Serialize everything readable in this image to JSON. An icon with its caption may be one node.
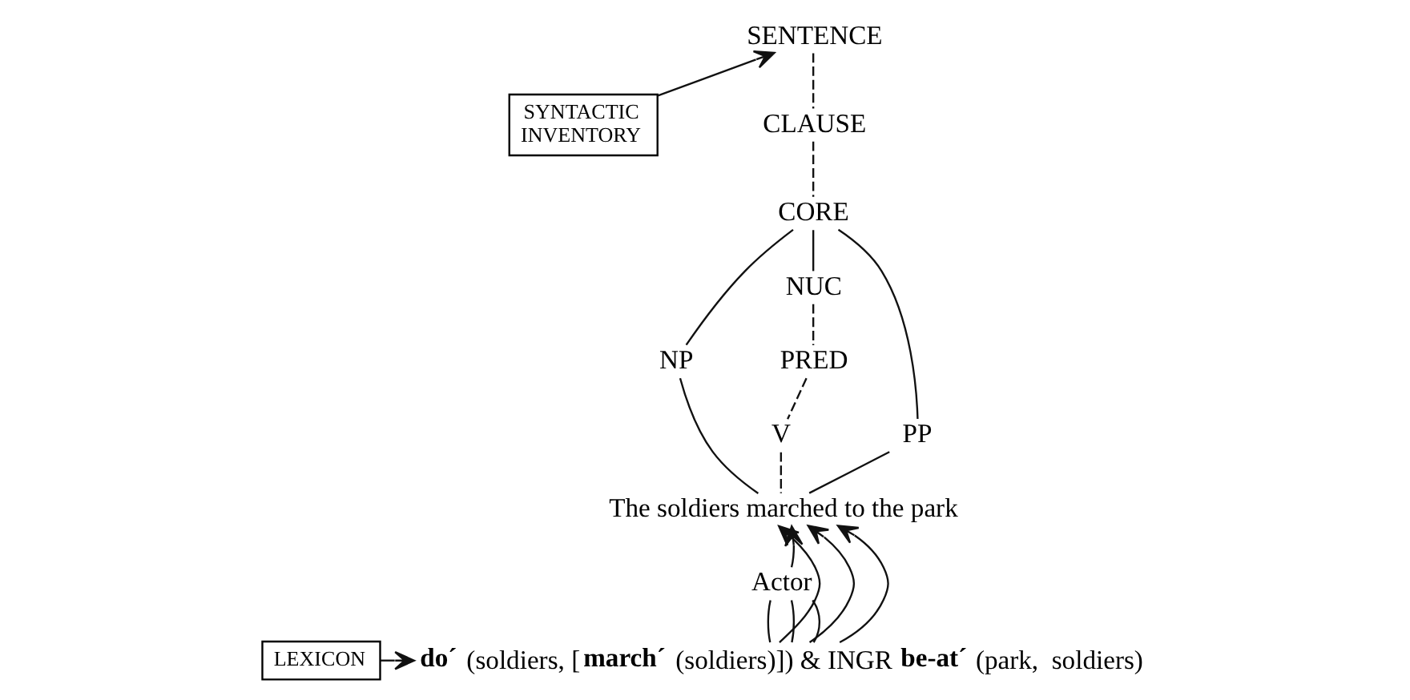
{
  "diagram": {
    "nodes": [
      {
        "text": [
          "SENTENCE"
        ]
      },
      {
        "text": [
          "CLAUSE"
        ]
      },
      {
        "text": [
          "CORE"
        ]
      },
      {
        "text": [
          "NP"
        ]
      },
      {
        "text": [
          "NUC"
        ]
      },
      {
        "text": [
          "PP"
        ]
      },
      {
        "text": [
          "PRED"
        ]
      },
      {
        "text": [
          "V"
        ]
      },
      {
        "text": [
          "The soldiers marched to the park"
        ]
      },
      {
        "text": [
          "Actor"
        ]
      },
      {
        "text": [
          "SYNTACTIC INVENTORY"
        ]
      },
      {
        "text": [
          "LEXICON"
        ]
      },
      {
        "text": [
          "**do´** (soldiers, [**march´** (soldiers)]) & INGR **be-at´** (park,  soldiers)"
        ]
      }
    ],
    "edges": [
      {
        "from": 0,
        "to": 1,
        "arrow": "none",
        "style": "dashed"
      },
      {
        "from": 1,
        "to": 2,
        "arrow": "none",
        "style": "dashed"
      },
      {
        "from": 2,
        "to": 3,
        "arrow": "none"
      },
      {
        "from": 2,
        "to": 4,
        "arrow": "none"
      },
      {
        "from": 2,
        "to": 5,
        "arrow": "none"
      },
      {
        "from": 4,
        "to": 6,
        "arrow": "none",
        "style": "dashed"
      },
      {
        "from": 6,
        "to": 7,
        "arrow": "none",
        "style": "dashed"
      },
      {
        "from": 3,
        "to": 8,
        "arrow": "none"
      },
      {
        "from": 7,
        "to": 8,
        "arrow": "none",
        "style": "dashed"
      },
      {
        "from": 5,
        "to": 8,
        "arrow": "none"
      },
      {
        "from": 10,
        "to": 0,
        "arrow": "to"
      },
      {
        "from": 9,
        "to": 8,
        "arrow": "to"
      },
      {
        "from": 12,
        "to": 9,
        "arrow": "none"
      },
      {
        "from": 12,
        "to": 9,
        "arrow": "none"
      },
      {
        "from": 12,
        "to": 9,
        "arrow": "none"
      },
      {
        "from": 12,
        "to": 8,
        "arrow": "to"
      },
      {
        "from": 12,
        "to": 8,
        "arrow": "to"
      },
      {
        "from": 12,
        "to": 8,
        "arrow": "to"
      },
      {
        "from": 11,
        "to": 12,
        "arrow": "to"
      }
    ]
  }
}
